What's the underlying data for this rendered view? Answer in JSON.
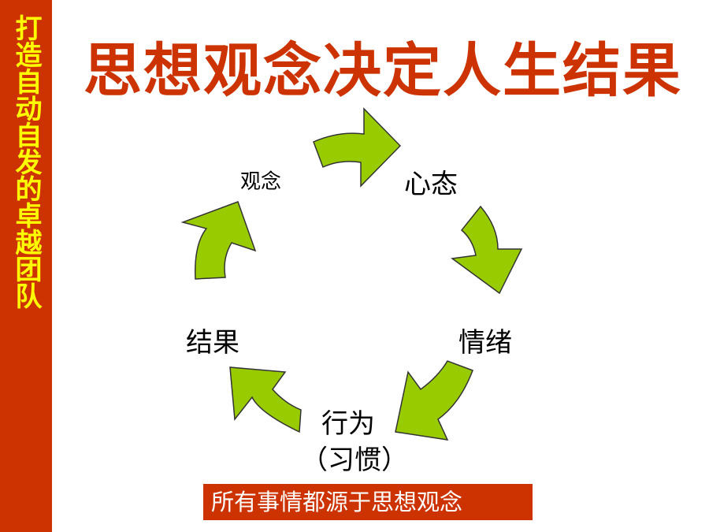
{
  "sidebar": {
    "text": "打造自动自发的卓越团队"
  },
  "title": "思想观念决定人生结果",
  "cycle": {
    "nodes": {
      "guannian": "观念",
      "xintai": "心态",
      "qingxu": "情绪",
      "xingwei": "行为",
      "xiguan": "（习惯）",
      "jieguo": "结果"
    }
  },
  "banner": {
    "text": "所有事情都源于思想观念"
  },
  "colors": {
    "sidebar_bg": "#cc3300",
    "sidebar_text": "#ffff00",
    "title": "#cc3300",
    "arrow_fill": "#99cc00",
    "arrow_stroke": "#333333",
    "banner_bg": "#cc3300",
    "banner_text": "#ffffff"
  }
}
